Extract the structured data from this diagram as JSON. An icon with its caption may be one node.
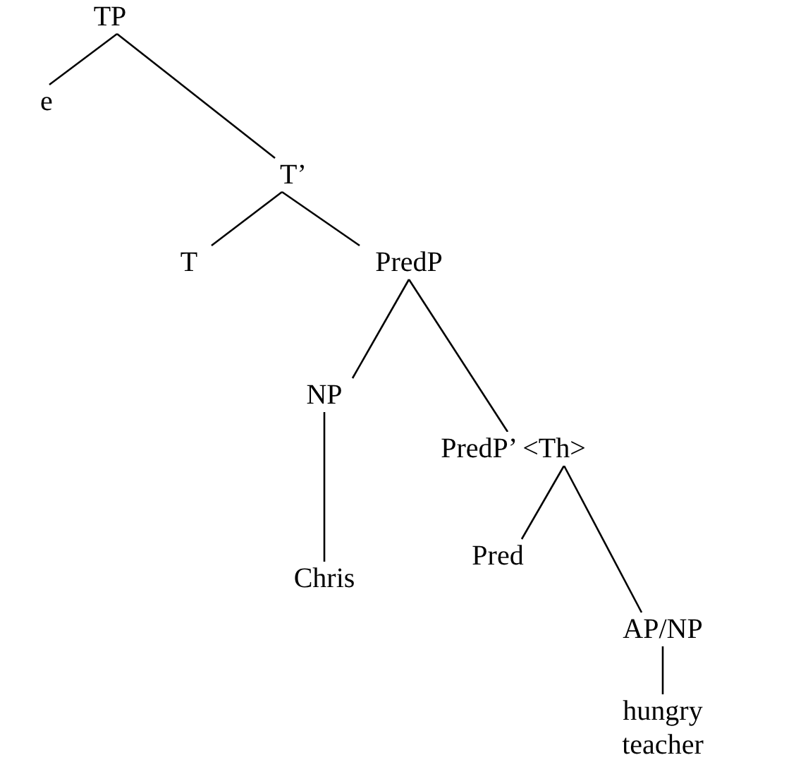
{
  "diagram": {
    "nodes": [
      {
        "text": [
          "TP"
        ]
      },
      {
        "text": [
          "e"
        ]
      },
      {
        "text": [
          "T’"
        ]
      },
      {
        "text": [
          "T"
        ]
      },
      {
        "text": [
          "PredP"
        ]
      },
      {
        "text": [
          "NP"
        ]
      },
      {
        "text": [
          "Chris"
        ]
      },
      {
        "text": [
          "PredP’ <Th>"
        ]
      },
      {
        "text": [
          "Pred"
        ]
      },
      {
        "text": [
          "AP/NP"
        ]
      },
      {
        "text": [
          "hungry teacher"
        ]
      }
    ],
    "edges": [
      {
        "from": 0,
        "to": 1,
        "arrow": "none"
      },
      {
        "from": 0,
        "to": 2,
        "arrow": "none"
      },
      {
        "from": 2,
        "to": 3,
        "arrow": "none"
      },
      {
        "from": 2,
        "to": 4,
        "arrow": "none"
      },
      {
        "from": 4,
        "to": 5,
        "arrow": "none"
      },
      {
        "from": 4,
        "to": 7,
        "arrow": "none"
      },
      {
        "from": 5,
        "to": 6,
        "arrow": "none"
      },
      {
        "from": 7,
        "to": 8,
        "arrow": "none"
      },
      {
        "from": 7,
        "to": 9,
        "arrow": "none"
      },
      {
        "from": 9,
        "to": 10,
        "arrow": "none"
      }
    ]
  }
}
